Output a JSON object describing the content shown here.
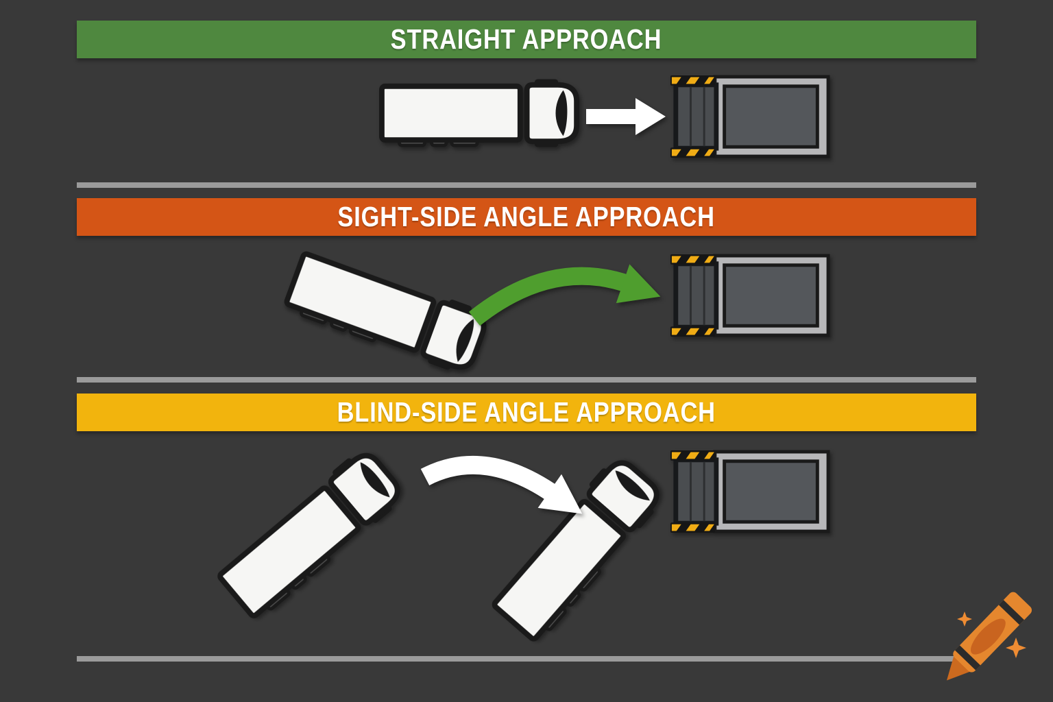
{
  "diagram": {
    "background_color": "#393939",
    "divider_color": "#9b9b9b",
    "banner_text_color": "#ffffff",
    "sections": [
      {
        "banner_label": "STRAIGHT APPROACH",
        "banner_color": "#4f883f",
        "arrow_style": "straight",
        "arrow_color": "#ffffff"
      },
      {
        "banner_label": "SIGHT-SIDE ANGLE APPROACH",
        "banner_color": "#d45516",
        "arrow_style": "curved",
        "arrow_color": "#4f9e2e"
      },
      {
        "banner_label": "BLIND-SIDE ANGLE APPROACH",
        "banner_color": "#f2b40d",
        "arrow_style": "curved",
        "arrow_color": "#ffffff"
      }
    ],
    "truck": {
      "body_color": "#f6f6f4",
      "outline_color": "#1a1a1a",
      "mirror_color": "#b9b9b9",
      "wheel_color": "#4d4d4d"
    },
    "dock": {
      "frame_color": "#b7b7b9",
      "interior_color": "#54575b",
      "leveler_color": "#4a4d50",
      "leveler_line_color": "#2d2f31",
      "hazard_yellow": "#f0ac15",
      "hazard_black": "#161616"
    },
    "watermark": {
      "name": "crayon",
      "body_color": "#e5872e",
      "accent_color": "#c9641f",
      "tip_color": "#cc6a1f",
      "stripe_color": "#2b2b2b",
      "sparkle_color": "#ef8c33"
    }
  }
}
